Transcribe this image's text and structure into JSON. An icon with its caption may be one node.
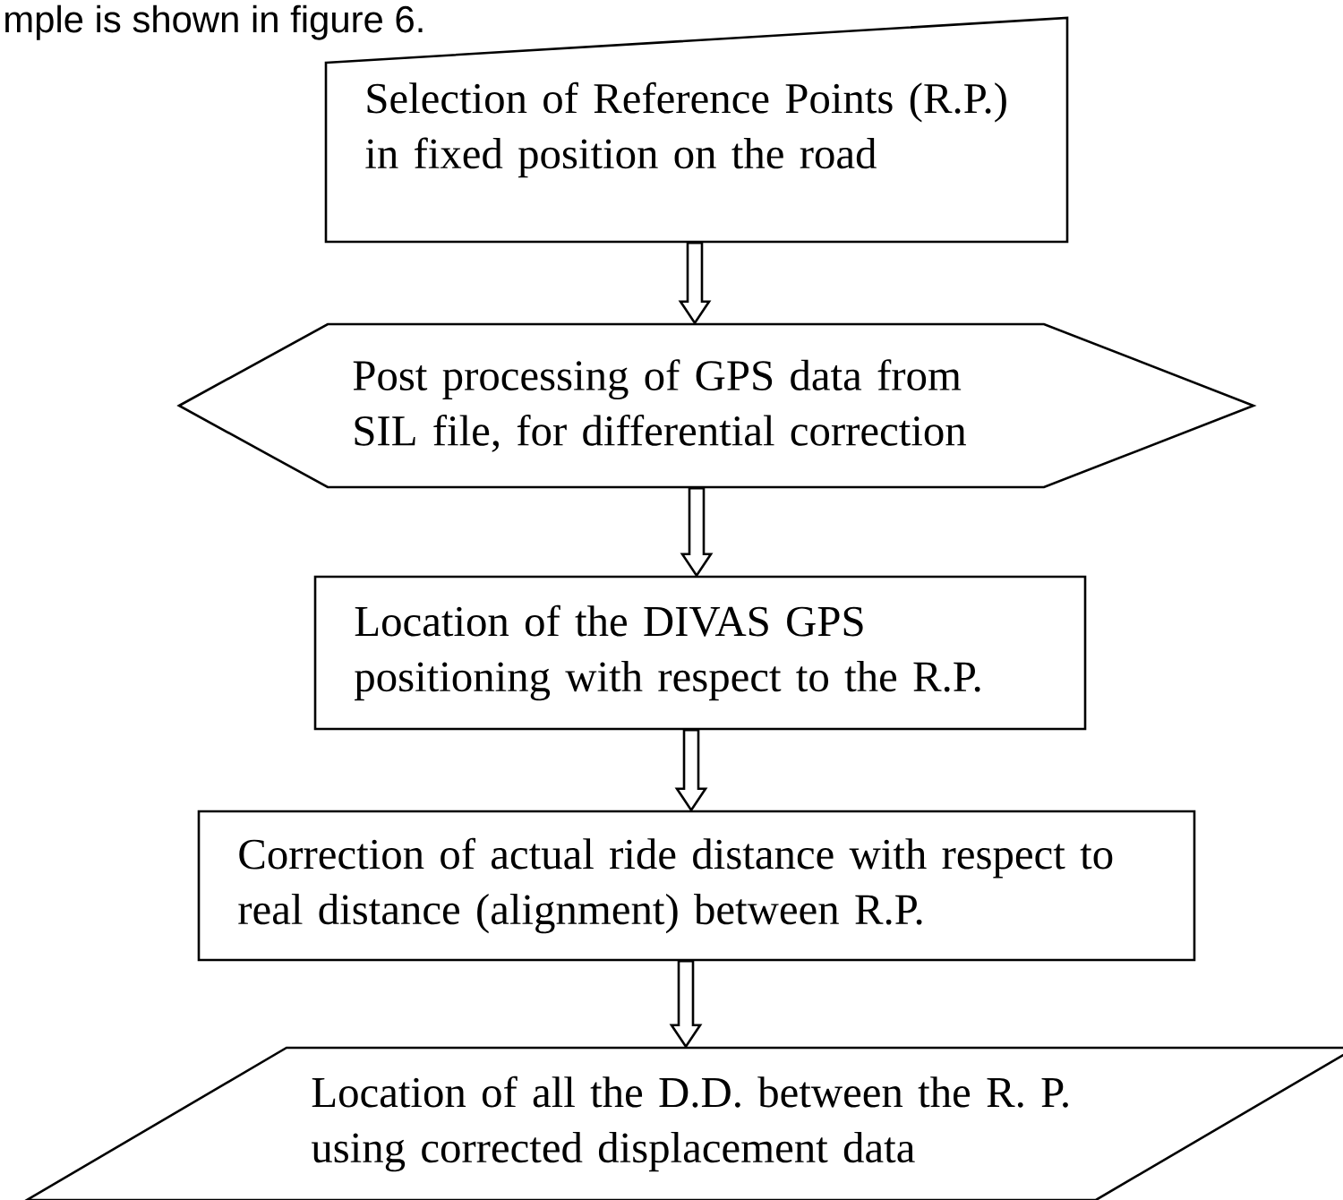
{
  "diagram": {
    "nodes": [
      {
        "text": [
          "Selection of Reference Points (R.P.) in fixed position on the road"
        ]
      },
      {
        "text": [
          "Post processing of GPS data from SIL file, for differential correction"
        ]
      },
      {
        "text": [
          "Location of the DIVAS GPS positioning with respect to the R.P."
        ]
      },
      {
        "text": [
          "Correction of actual ride distance with respect to real distance (alignment) between R.P."
        ]
      },
      {
        "text": [
          "Location of all the D.D. between the R. P. using corrected displacement data"
        ]
      }
    ],
    "edges": [
      {
        "from": 0,
        "to": 1,
        "arrow": "to"
      },
      {
        "from": 1,
        "to": 2,
        "arrow": "to"
      },
      {
        "from": 2,
        "to": 3,
        "arrow": "to"
      },
      {
        "from": 3,
        "to": 4,
        "arrow": "to"
      }
    ],
    "labels": [
      "mple is shown in figure 6."
    ]
  }
}
